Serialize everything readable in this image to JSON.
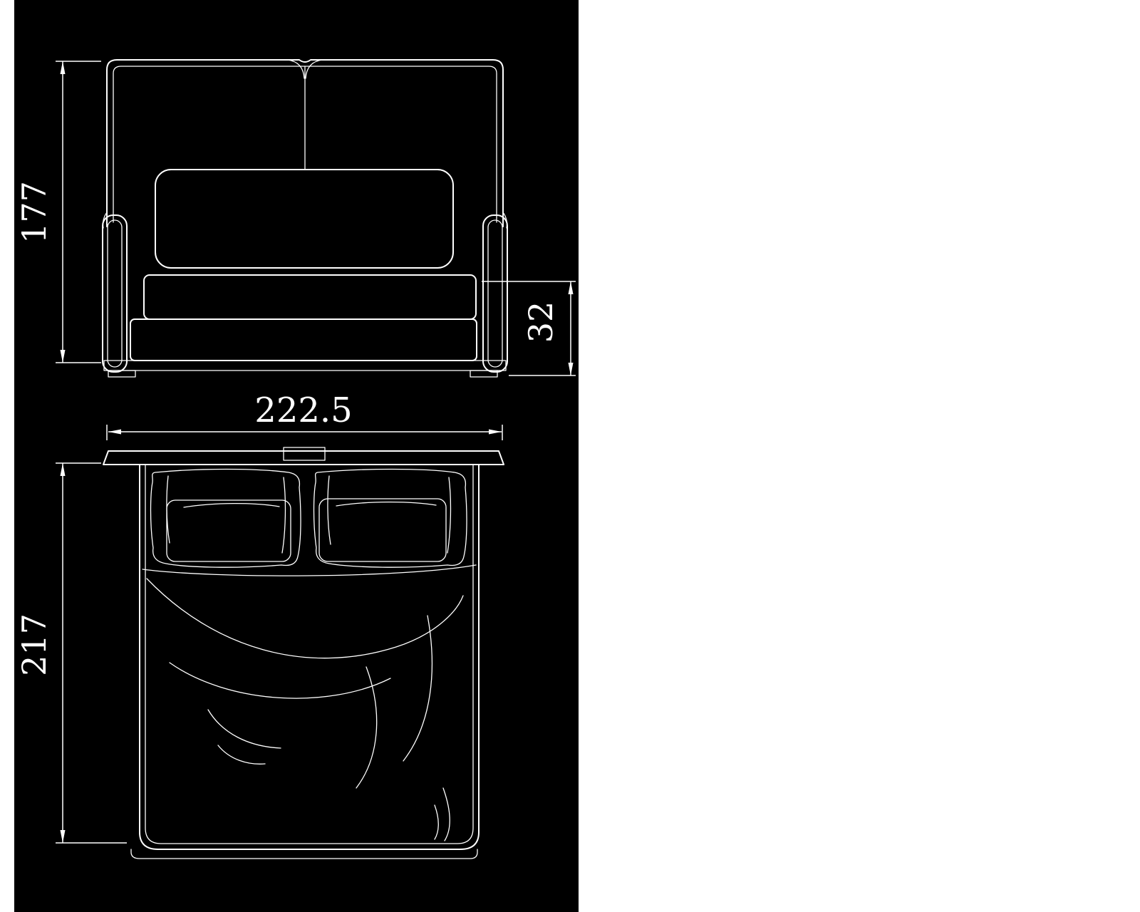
{
  "canvas": {
    "background": "#000000",
    "line_color": "#ffffff",
    "page_background": "#ffffff"
  },
  "dimensions": {
    "front_height": "177",
    "base_height": "32",
    "overall_width": "222.5",
    "overall_depth": "217"
  }
}
